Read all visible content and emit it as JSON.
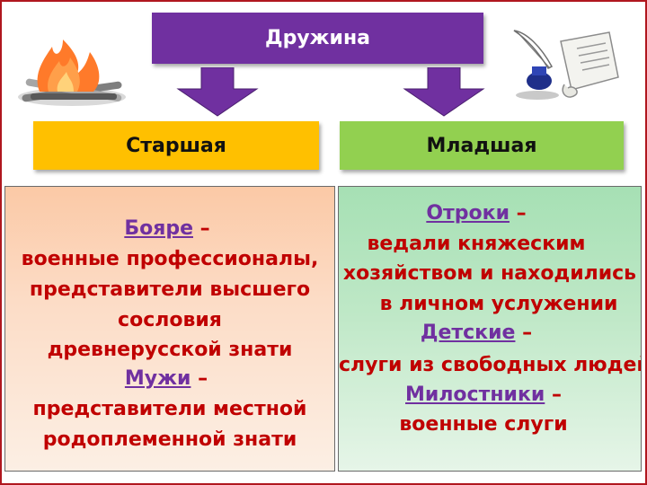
{
  "title": "Дружина",
  "left": {
    "label": "Старшая",
    "lines": [
      {
        "head": "Бояре",
        "dash": "–"
      },
      {
        "text": "военные профессионалы,"
      },
      {
        "text": "представители высшего"
      },
      {
        "text": "сословия"
      },
      {
        "text": "древнерусской знати"
      },
      {
        "head": "Мужи",
        "dash": "–"
      },
      {
        "text": "представители местной"
      },
      {
        "text": "родоплеменной знати"
      }
    ]
  },
  "right": {
    "label": "Младшая",
    "lines": [
      {
        "head": "Отроки",
        "dash": "–"
      },
      {
        "text": "ведали княжеским"
      },
      {
        "text": "хозяйством и находились"
      },
      {
        "text": "в личном услужении"
      },
      {
        "head": "Детские",
        "dash": "–"
      },
      {
        "text": "слуги из свободных людей"
      },
      {
        "head": "Милостники",
        "dash": "–"
      },
      {
        "text": "военные слуги"
      }
    ]
  },
  "icons": {
    "left": "campfire-icon",
    "right": "quill-scroll-icon"
  },
  "colors": {
    "title_bg": "#7030a0",
    "left_label_bg": "#ffc000",
    "right_label_bg": "#92d050",
    "text": "#c00000",
    "heading": "#7030a0"
  }
}
